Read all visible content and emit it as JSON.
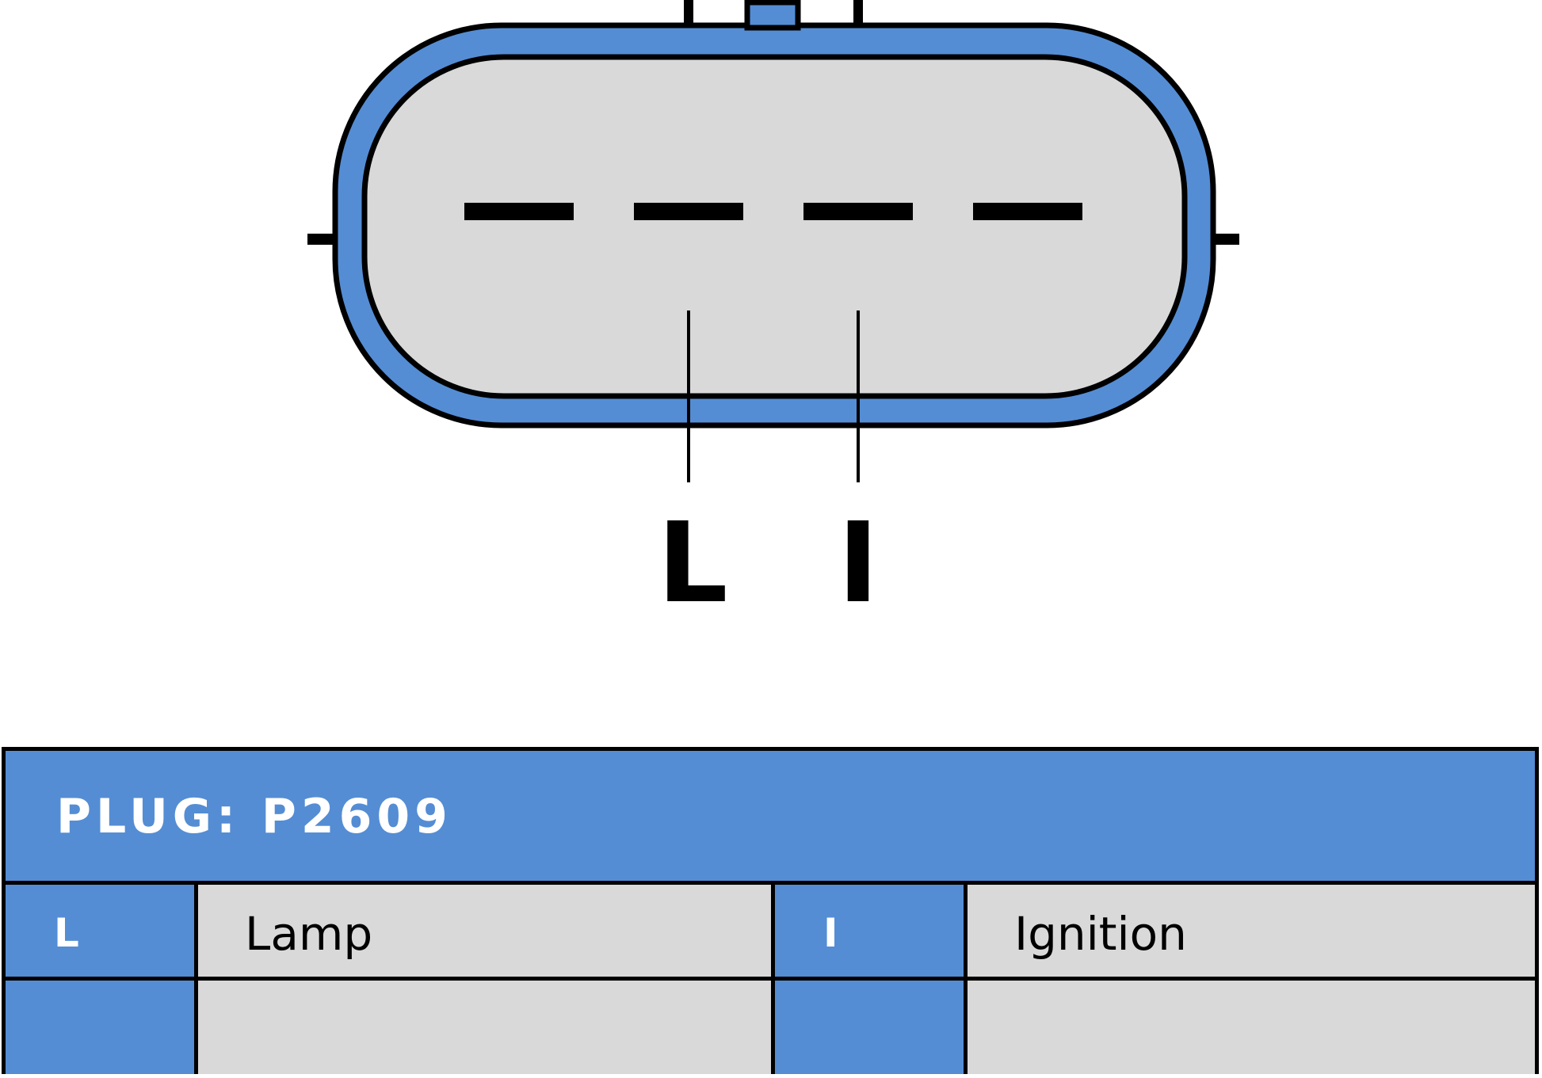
{
  "plug": {
    "title": "PLUG: P2609",
    "pins": [
      "L",
      "I"
    ]
  },
  "legend": {
    "rows": [
      {
        "code1": "L",
        "desc1": "Lamp",
        "code2": "I",
        "desc2": "Ignition"
      },
      {
        "code1": "",
        "desc1": "",
        "code2": "",
        "desc2": ""
      }
    ]
  },
  "colors": {
    "accent": "#548dd4",
    "fill": "#d9d9d9",
    "outline": "#000000"
  }
}
